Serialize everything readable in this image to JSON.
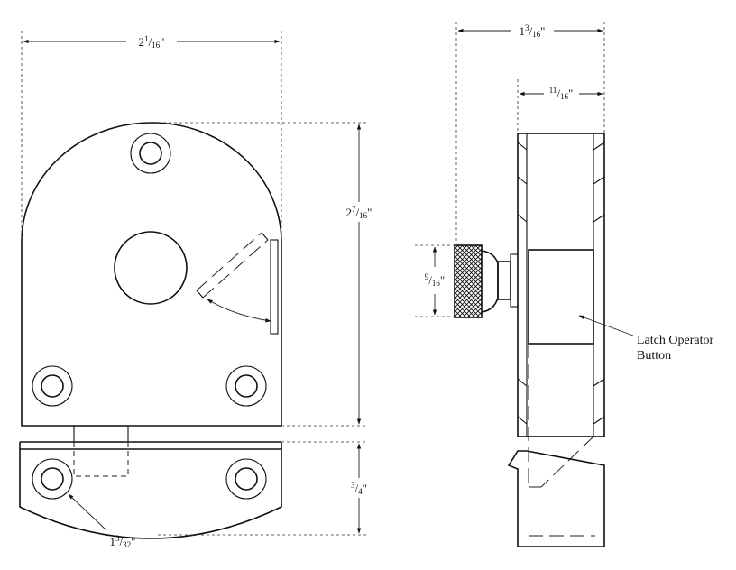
{
  "dimensions": {
    "overall_width": {
      "whole": "2",
      "num": "1",
      "den": "16",
      "unit": "\""
    },
    "overall_height": {
      "whole": "2",
      "num": "7",
      "den": "16",
      "unit": "\""
    },
    "keeper_height": {
      "whole": "",
      "num": "3",
      "den": "4",
      "unit": "\""
    },
    "hole_spacing": {
      "whole": "1",
      "num": "3",
      "den": "32",
      "unit": "\""
    },
    "side_depth": {
      "whole": "1",
      "num": "3",
      "den": "16",
      "unit": "\""
    },
    "body_depth": {
      "whole": "",
      "num": "11",
      "den": "16",
      "unit": "\""
    },
    "knob_dia": {
      "whole": "",
      "num": "9",
      "den": "16",
      "unit": "\""
    }
  },
  "callout": {
    "line1": "Latch Operator",
    "line2": "Button"
  }
}
